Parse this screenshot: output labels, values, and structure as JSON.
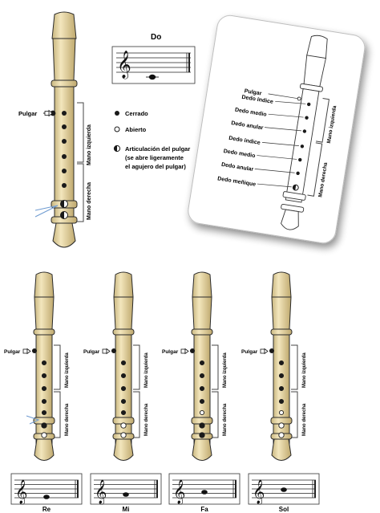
{
  "top_note": {
    "title": "Do"
  },
  "legend": {
    "closed": "Cerrado",
    "open": "Abierto",
    "thumb_line1": "Articulación del pulgar",
    "thumb_line2": "(se abre ligeramente",
    "thumb_line3": "el agujero del pulgar)"
  },
  "main_recorder": {
    "thumb_label": "Pulgar",
    "left_hand": "Mano izquierda",
    "right_hand": "Mano derecha"
  },
  "finger_card": {
    "labels": [
      "Pulgar",
      "Dedo índice",
      "Dedo medio",
      "Dedo anular",
      "Dedo índice",
      "Dedo medio",
      "Dedo anular",
      "Dedo meñique"
    ],
    "left_hand": "Mano izquierda",
    "right_hand": "Mano derecha"
  },
  "small_recorders": [
    {
      "note": "Re",
      "thumb": "Pulgar",
      "left_hand": "Mano izquierda",
      "right_hand": "Mano derecha"
    },
    {
      "note": "Mi",
      "thumb": "Pulgar",
      "left_hand": "Mano izquierda",
      "right_hand": "Mano derecha"
    },
    {
      "note": "Fa",
      "thumb": "Pulgar",
      "left_hand": "Mano izquierda",
      "right_hand": "Mano derecha"
    },
    {
      "note": "Sol",
      "thumb": "Pulgar",
      "left_hand": "Mano izquierda",
      "right_hand": "Mano derecha"
    }
  ],
  "colors": {
    "wood": "#ead9a6",
    "wood_dark": "#8a7a4e",
    "outline": "#2b2b2b",
    "card": "#ffffff"
  }
}
